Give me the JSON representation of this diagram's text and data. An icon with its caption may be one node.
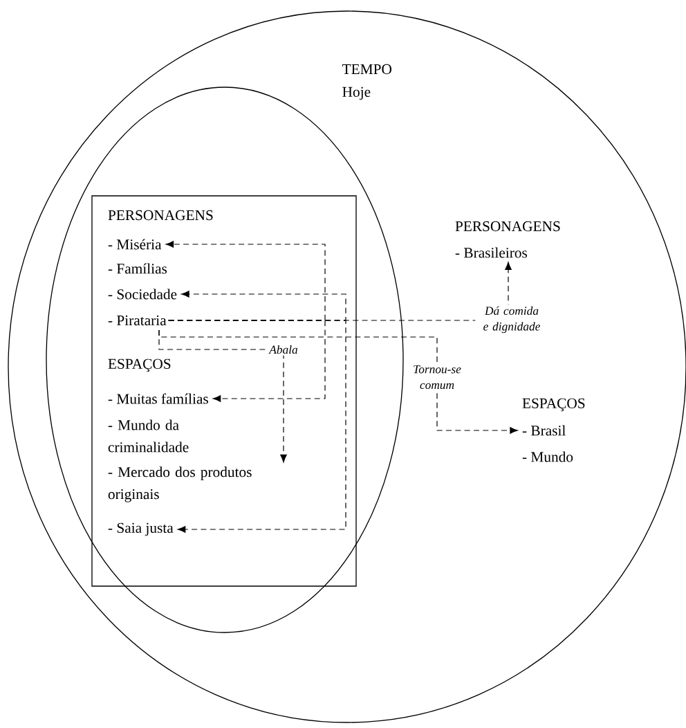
{
  "diagram": {
    "nodes": [
      {
        "text": [
          "TEMPO",
          "Hoje"
        ]
      },
      {
        "text": [],
        "shape": "ellipse",
        "in": 0
      },
      {
        "text": [],
        "shape": "box",
        "in": 1
      },
      {
        "text": [
          "- Miséria"
        ],
        "in": 2
      },
      {
        "text": [
          "- Sociedade"
        ],
        "in": 2
      },
      {
        "text": [
          "- Pirataria"
        ],
        "in": 2
      },
      {
        "text": [
          "- Muitas famílias"
        ],
        "in": 2
      },
      {
        "text": [
          "- Mercado dos produtos originais"
        ],
        "in": 2
      },
      {
        "text": [
          "- Saia justa"
        ],
        "in": 2
      },
      {
        "text": [
          "- Brasileiros"
        ],
        "in": 0
      },
      {
        "text": [
          "- Brasil"
        ],
        "in": 0
      }
    ],
    "edges": [
      {
        "from": 5,
        "to": 3,
        "arrow": "to",
        "style": "dashed"
      },
      {
        "from": 5,
        "to": 4,
        "arrow": "to",
        "style": "dashed"
      },
      {
        "from": 5,
        "to": 6,
        "arrow": "to",
        "style": "dashed"
      },
      {
        "from": 5,
        "to": 8,
        "arrow": "to",
        "style": "dashed"
      },
      {
        "from": 5,
        "to": 9,
        "arrow": "to",
        "style": "dashed",
        "label": "Dá comida e dignidade"
      },
      {
        "from": 5,
        "to": 7,
        "arrow": "to",
        "style": "dashed",
        "label": "Abala"
      },
      {
        "from": 5,
        "to": 10,
        "arrow": "to",
        "style": "dashed",
        "label": "Tornou-se comum"
      }
    ],
    "labels": [
      "PERSONAGENS",
      "- Famílias",
      "ESPAÇOS",
      "- Mundo da criminalidade",
      "PERSONAGENS",
      "ESPAÇOS",
      "- Mundo"
    ]
  }
}
